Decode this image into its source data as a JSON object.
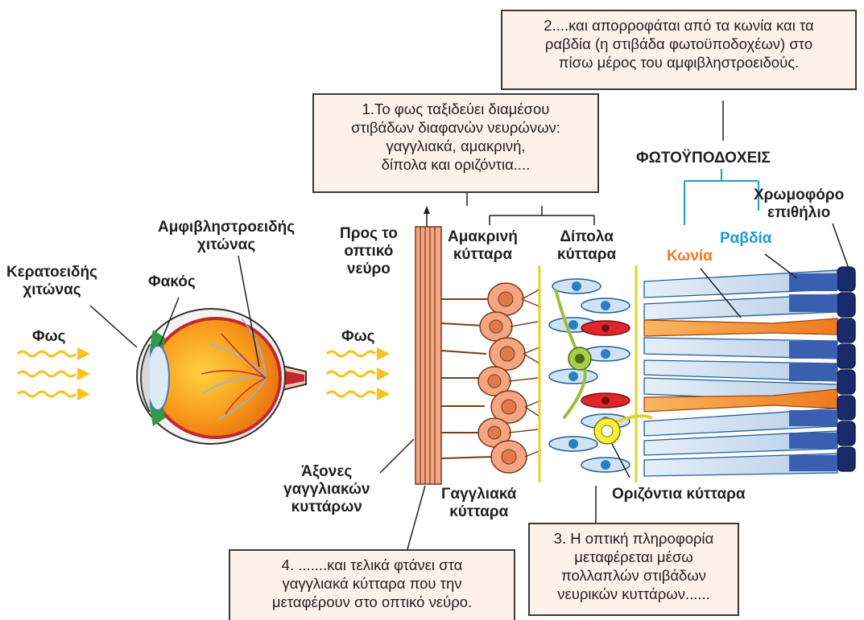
{
  "labels": {
    "light_left": "Φως",
    "light_mid": "Φως",
    "cornea": [
      "Κερατοειδής",
      "χιτώνας"
    ],
    "lens": "Φακός",
    "retina": [
      "Αμφιβληστροειδής",
      "χιτώνας"
    ],
    "to_optic_nerve": [
      "Προς το",
      "οπτικό",
      "νεύρο"
    ],
    "amacrine": [
      "Αμακρινή",
      "κύτταρα"
    ],
    "bipolar": [
      "Δίπολα",
      "κύτταρα"
    ],
    "photoreceptors": "ΦΩΤΟΫΠΟΔΟΧΕΙΣ",
    "pigment_epithelium": [
      "Χρωμοφόρο",
      "επιθήλιο"
    ],
    "rods": "Ραβδία",
    "cones": "Κωνία",
    "axons": [
      "Άξονες",
      "γαγγλιακών",
      "κυττάρων"
    ],
    "ganglion": [
      "Γαγγλιακά",
      "κύτταρα"
    ],
    "horizontal": "Οριζόντια κύτταρα"
  },
  "boxes": {
    "box1": [
      "1.Το φως ταξιδεύει διαμέσου",
      "στιβάδων διαφανών νευρώνων:",
      "γαγγλιακά, αμακρινή,",
      "δίπολα και οριζόντια...."
    ],
    "box2": [
      "2....και απορροφάται από τα κωνία και τα",
      "ραβδία (η στιβάδα φωτοϋποδοχέων) στο",
      "πίσω μέρος του αμφιβληστροειδούς."
    ],
    "box3": [
      "3. Η οπτική πληροφορία",
      "μεταφέρεται μέσω",
      "πολλαπλών στιβάδων",
      "νευρικών κυττάρων......"
    ],
    "box4": [
      "4. .......και τελικά φτάνει στα",
      "γαγγλιακά κύτταρα που την",
      "μεταφέρουν στο οπτικό νεύρο."
    ]
  },
  "colors": {
    "rods": "#1e9ad6",
    "cones": "#ee7a1f",
    "bracket": "#1e9ad6",
    "box_fill": "#fdf1ea",
    "light_wave": "#f7c21a",
    "eye_orange": "#f7931e",
    "bipolar_blue": "#2a7fc0",
    "ganglion_salmon": "#f4a683"
  }
}
